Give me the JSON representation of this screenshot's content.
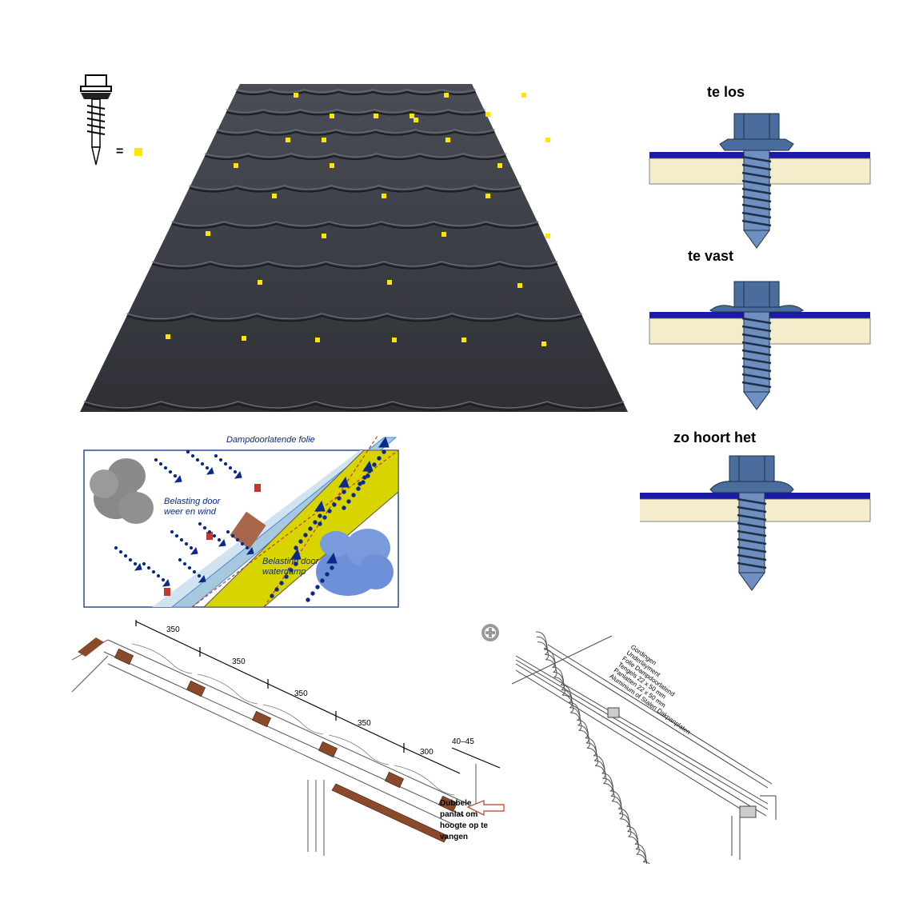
{
  "legend": {
    "equals": "="
  },
  "screw_states": [
    {
      "label": "te los"
    },
    {
      "label": "te vast"
    },
    {
      "label": "zo hoort het"
    }
  ],
  "moisture_diagram": {
    "foil_label": "Dampdoorlatende folie",
    "weather_label_1": "Belasting door",
    "weather_label_2": "weer en wind",
    "vapour_label_1": "Belasting door",
    "vapour_label_2": "waterdamp"
  },
  "batten_diagram": {
    "spacings": [
      "350",
      "350",
      "350",
      "350",
      "300"
    ],
    "overhang": "40–45",
    "note": [
      "Dubbele",
      "panlat om",
      "hoogte op te",
      "vangen"
    ]
  },
  "section_diagram": {
    "layers": [
      "Gordingen",
      "Underlayment",
      "Folie Dampdoorlatend",
      "Tengels 22 x 50 mm",
      "Panlatten 22 x 50 mm",
      "Aluminium of Stalen Dakpanplaten"
    ]
  },
  "colors": {
    "sheet": "#3b3e45",
    "marker": "#ffe600",
    "screw": "#4a6d9e",
    "sealant_blue": "#1a1aa8",
    "panel_fill": "#f4eccb",
    "insulation": "#d8d400",
    "arrow_blue": "#0b2a8a"
  }
}
